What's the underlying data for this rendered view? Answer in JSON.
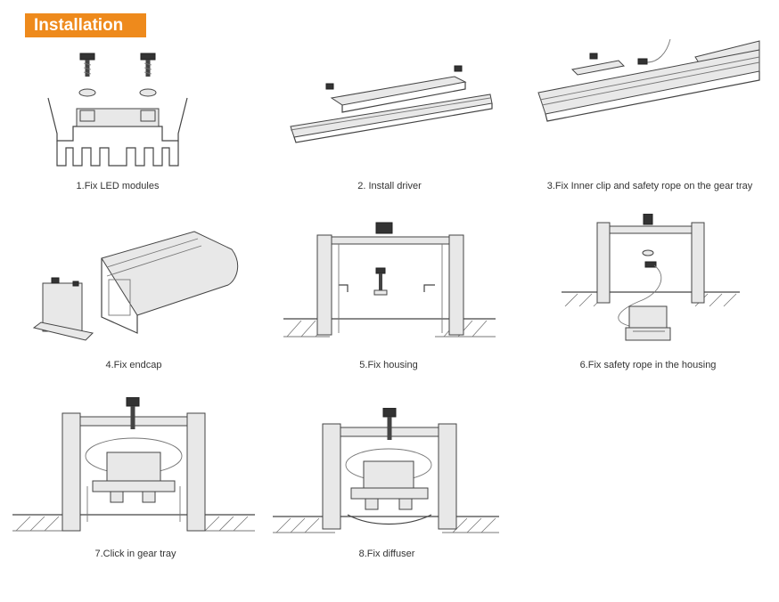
{
  "header": {
    "title": "Installation"
  },
  "steps": [
    {
      "caption": "1.Fix LED modules"
    },
    {
      "caption": "2. Install driver"
    },
    {
      "caption": "3.Fix Inner clip and safety rope on the gear tray"
    },
    {
      "caption": "4.Fix endcap"
    },
    {
      "caption": "5.Fix housing"
    },
    {
      "caption": "6.Fix safety rope in the housing"
    },
    {
      "caption": "7.Click in gear tray"
    },
    {
      "caption": "8.Fix diffuser"
    }
  ],
  "colors": {
    "accent": "#ee8a1c",
    "caption_text": "#333333",
    "line_art": "#444444"
  }
}
